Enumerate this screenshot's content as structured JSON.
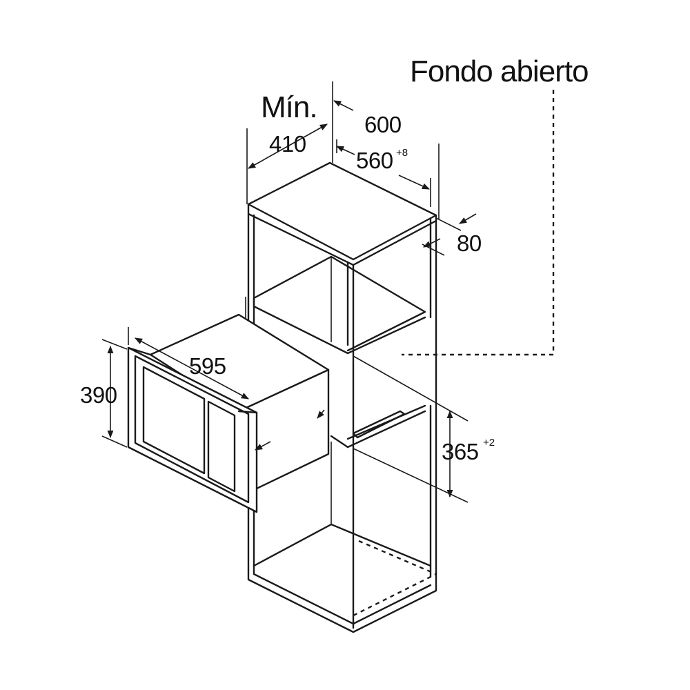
{
  "annotations": {
    "open_back": "Fondo abierto",
    "min_label": "Mín.",
    "min_depth": "410",
    "cabinet_depth": "600",
    "niche_width": "560",
    "niche_width_tol": "+8",
    "back_gap": "80",
    "appliance_width": "595",
    "appliance_height": "390",
    "niche_height": "365",
    "niche_height_tol": "+2"
  },
  "colors": {
    "line": "#1a1a1a",
    "background": "#ffffff"
  }
}
